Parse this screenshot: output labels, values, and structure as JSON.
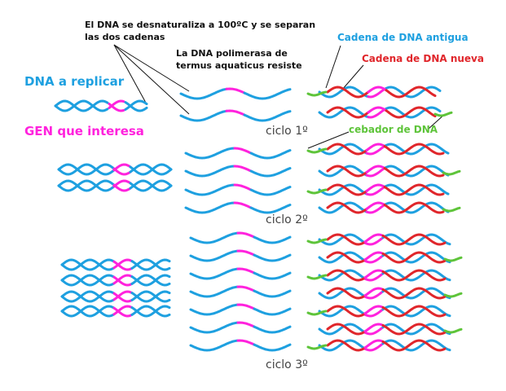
{
  "labels": {
    "desnaturaliza_1": "El DNA se desnaturaliza a 100ºC y se separan",
    "desnaturaliza_2": "las dos cadenas",
    "polimerasa_1": "La DNA polimerasa de",
    "polimerasa_2": "termus aquaticus resiste",
    "cadena_antigua": "Cadena de DNA antigua",
    "cadena_nueva": "Cadena de DNA nueva",
    "dna_replicar": "DNA a replicar",
    "gen_interesa": "GEN que interesa",
    "cebador": "cebador de DNA",
    "ciclo_1": "ciclo 1º",
    "ciclo_2": "ciclo 2º",
    "ciclo_3": "ciclo 3º"
  },
  "colors": {
    "old_strand": "#1ea0e0",
    "new_strand": "#e0262b",
    "gene": "#ff22dd",
    "primer": "#5ec43a",
    "text_blue": "#1ea0e0",
    "text_red": "#e0262b",
    "text_magenta": "#ff22dd",
    "text_green": "#5ec43a"
  }
}
